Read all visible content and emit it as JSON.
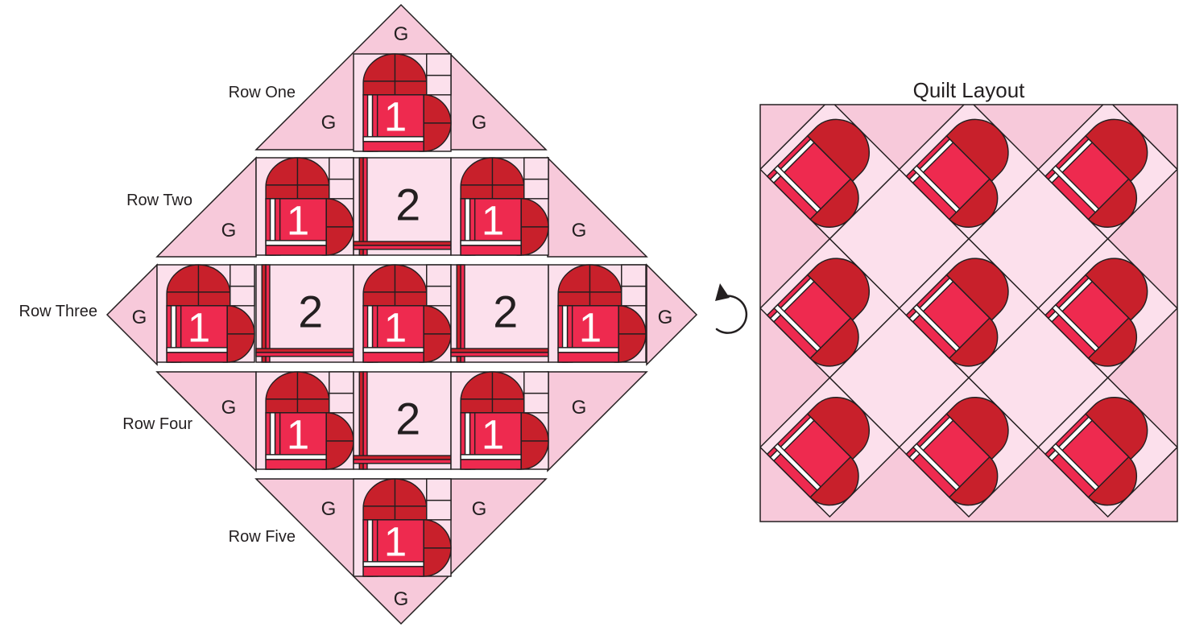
{
  "diagram": {
    "block1_label": "1",
    "block2_label": "2",
    "setting_label": "G",
    "rows": [
      {
        "label": "Row One",
        "pattern": [
          1
        ]
      },
      {
        "label": "Row Two",
        "pattern": [
          1,
          2,
          1
        ]
      },
      {
        "label": "Row Three",
        "pattern": [
          1,
          2,
          1,
          2,
          1
        ]
      },
      {
        "label": "Row Four",
        "pattern": [
          1,
          2,
          1
        ]
      },
      {
        "label": "Row Five",
        "pattern": [
          1
        ]
      }
    ],
    "rotate_icon": "counterclockwise-rotate-arrow-icon"
  },
  "layout": {
    "title": "Quilt Layout",
    "grid": "3 x 3 heart blocks set on point",
    "heart_count": 9
  },
  "colors": {
    "setting_pink": "#f7c9da",
    "background_pink": "#fce0ec",
    "heart_red": "#ee2a4f",
    "heart_dark_red": "#c8202b",
    "white": "#ffffff",
    "outline": "#231f20"
  }
}
